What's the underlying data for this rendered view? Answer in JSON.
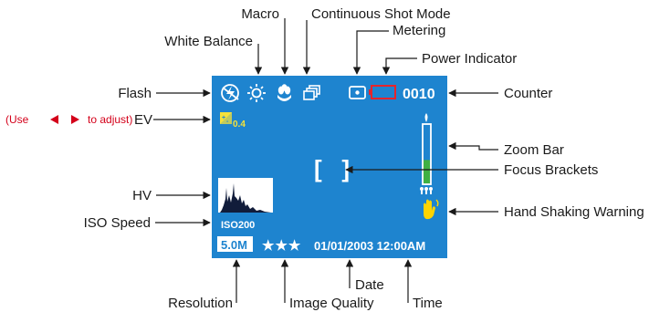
{
  "labels": {
    "macro": "Macro",
    "continuous": "Continuous Shot Mode",
    "metering": "Metering",
    "white_balance": "White Balance",
    "power": "Power Indicator",
    "flash": "Flash",
    "counter": "Counter",
    "use_adjust_prefix": "(Use",
    "use_adjust_suffix": "to adjust)",
    "ev": "EV",
    "zoom_bar": "Zoom Bar",
    "focus_brackets": "Focus Brackets",
    "hv": "HV",
    "hand_shaking": "Hand Shaking Warning",
    "iso_speed": "ISO Speed",
    "date": "Date",
    "resolution": "Resolution",
    "image_quality": "Image Quality",
    "time": "Time"
  },
  "screen": {
    "counter": "0010",
    "ev_value": "0.4",
    "iso": "ISO200",
    "resolution": "5.0M",
    "quality_stars": "★★★",
    "datetime": "01/01/2003 12:00AM",
    "focus_brackets": "[   ]",
    "zoom_level": 0.4
  },
  "colors": {
    "screen_bg": "#1e84cf",
    "battery": "#e6242b",
    "ev_yellow": "#f5e23a",
    "zoom_green": "#3fb043",
    "hand_yellow": "#ffd400",
    "label_red": "#d4001a"
  },
  "icons": {
    "flash": "flash-off-icon",
    "white_balance": "sun-icon",
    "macro": "flower-icon",
    "continuous": "continuous-shot-icon",
    "metering": "spot-metering-icon",
    "power": "battery-icon",
    "hand": "hand-shake-icon"
  }
}
